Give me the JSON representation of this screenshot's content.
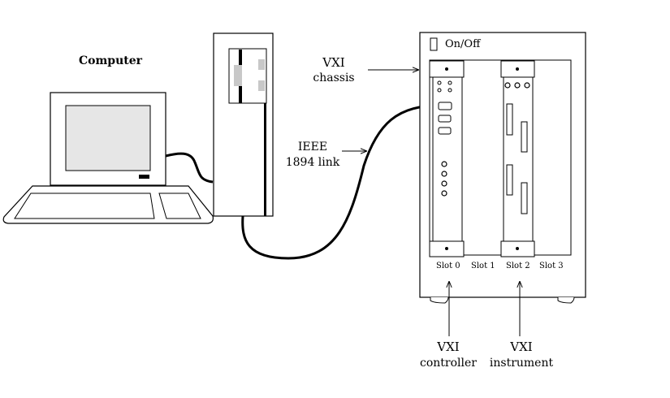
{
  "labels": {
    "computer": "Computer",
    "on_off": "On/Off",
    "chassis_line1": "VXI",
    "chassis_line2": "chassis",
    "link_line1": "IEEE",
    "link_line2": "1894 link",
    "slot0": "Slot 0",
    "slot1": "Slot 1",
    "slot2": "Slot 2",
    "slot3": "Slot 3",
    "controller_line1": "VXI",
    "controller_line2": "controller",
    "instrument_line1": "VXI",
    "instrument_line2": "instrument"
  },
  "colors": {
    "stroke": "#000000",
    "screen": "#e6e6e6",
    "drive_slot": "#c8c8c8",
    "background": "#ffffff"
  }
}
